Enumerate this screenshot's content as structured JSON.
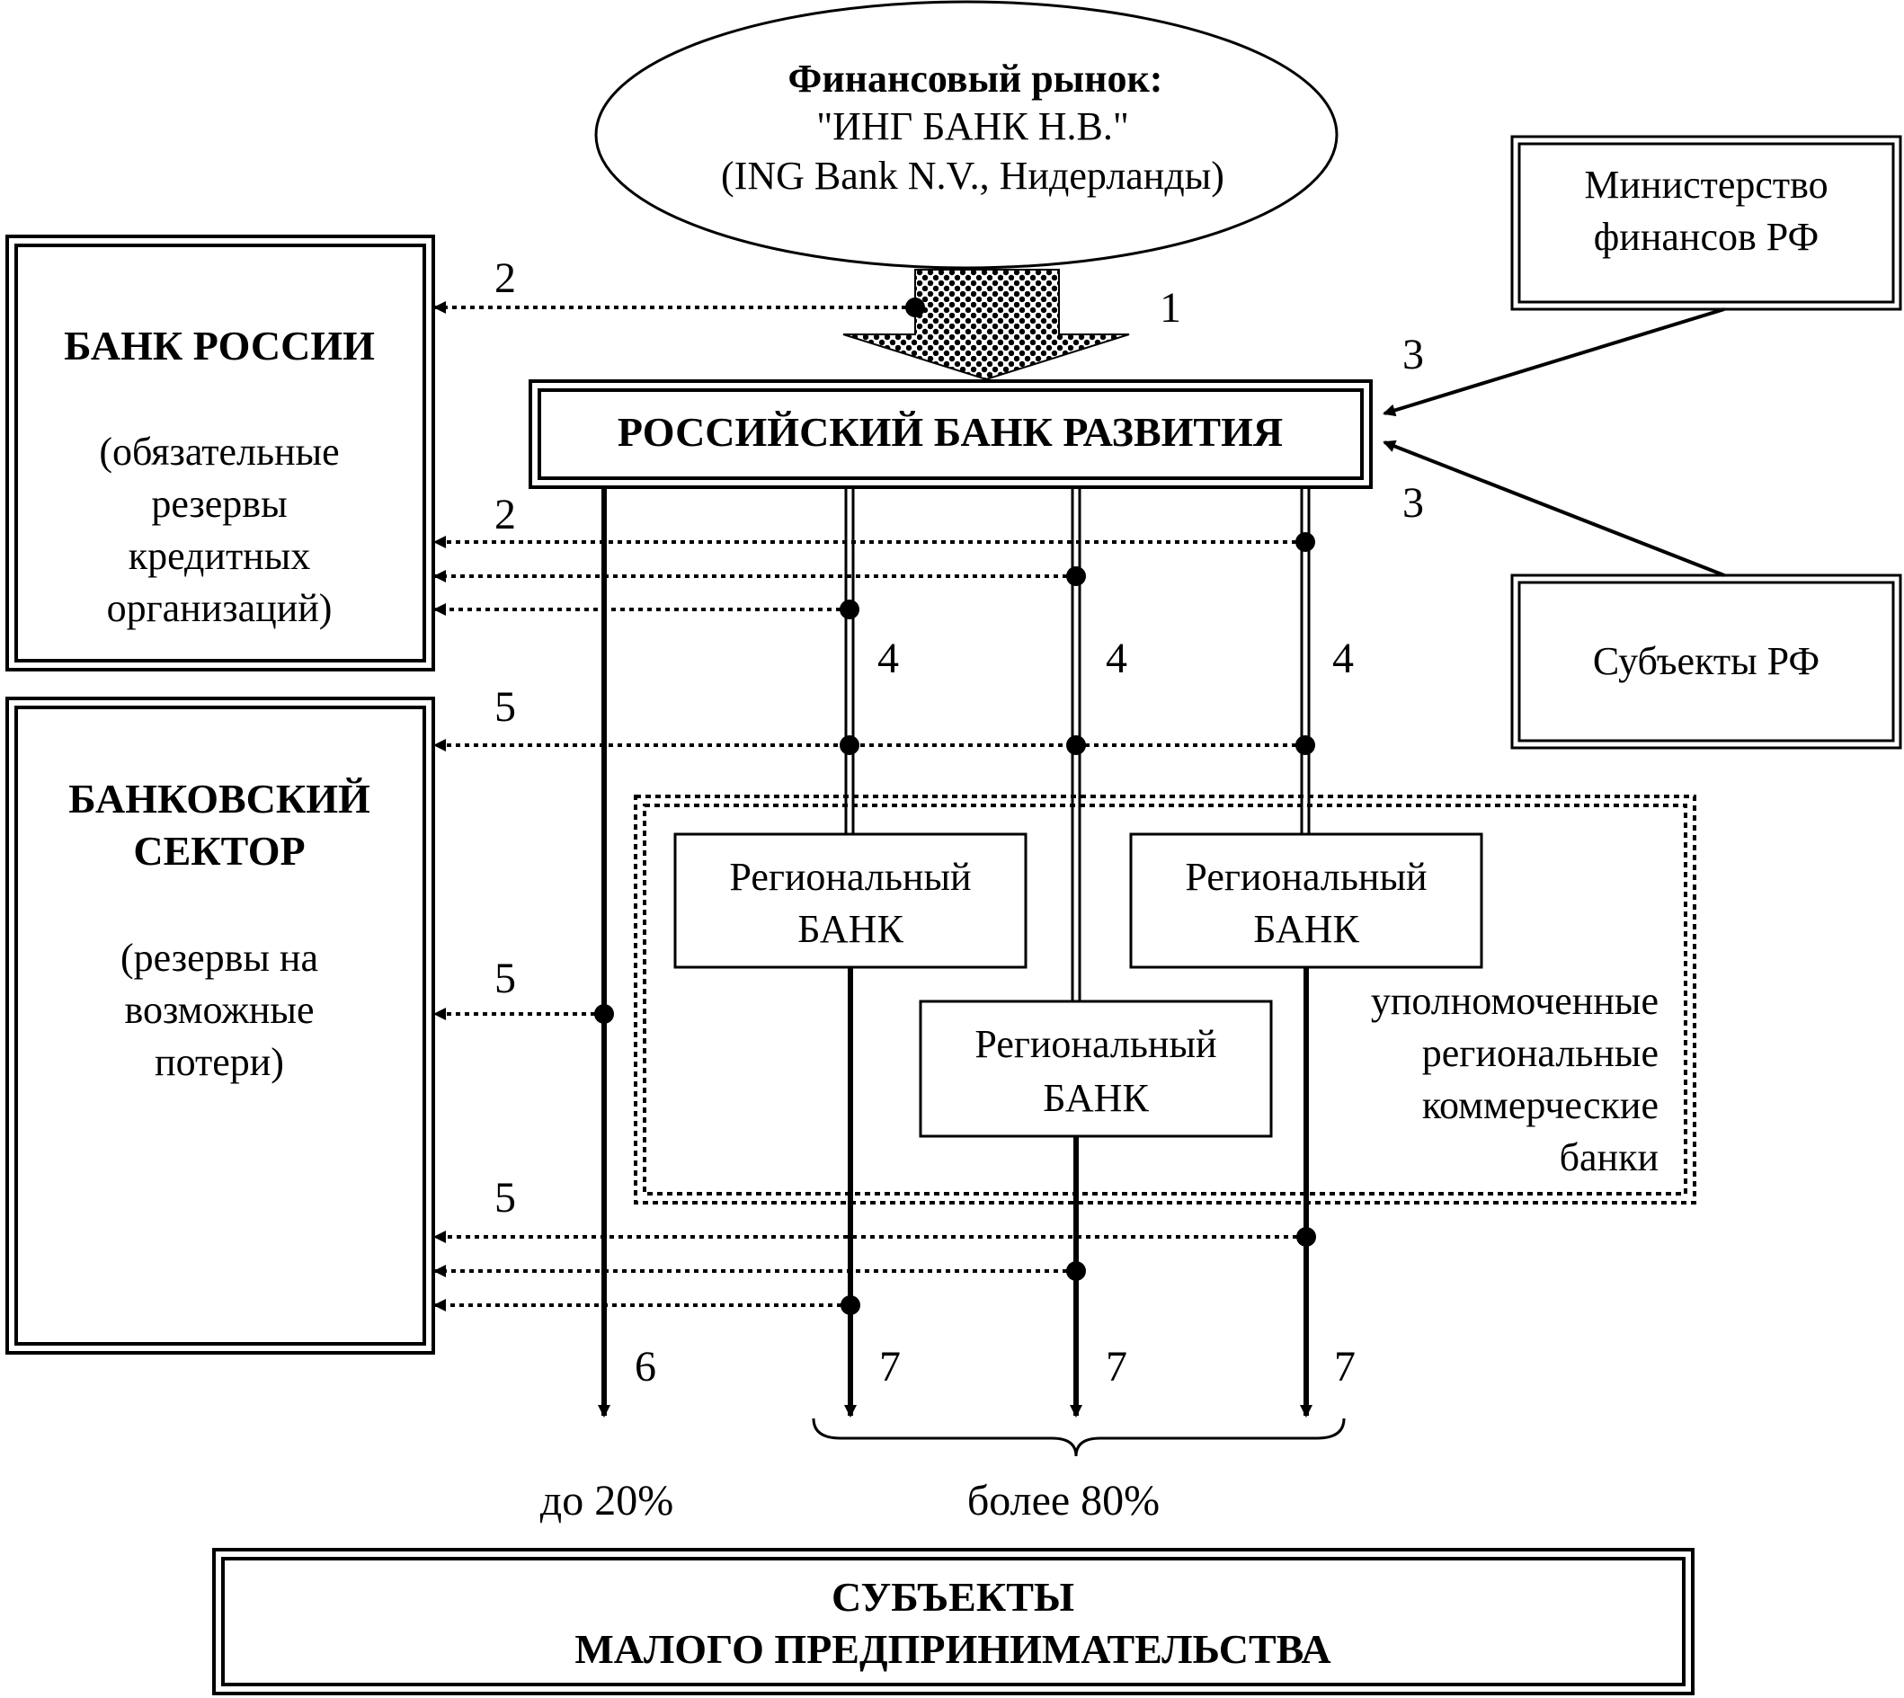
{
  "market": {
    "title": "Финансовый рынок:",
    "line2": "\"ИНГ БАНК Н.В.\"",
    "line3": "(ING Bank N.V., Нидерланды)"
  },
  "bank_russia": {
    "title": "БАНК РОССИИ",
    "lines": [
      "(обязательные",
      "резервы",
      "кредитных",
      "организаций)"
    ]
  },
  "banking_sector": {
    "title_lines": [
      "БАНКОВСКИЙ",
      "СЕКТОР"
    ],
    "lines": [
      "(резервы на",
      "возможные",
      "потери)"
    ]
  },
  "development_bank": {
    "title": "РОССИЙСКИЙ БАНК РАЗВИТИЯ"
  },
  "ministry": {
    "lines": [
      "Министерство",
      "финансов РФ"
    ]
  },
  "subjects_rf": {
    "title": "Субъекты РФ"
  },
  "regional_banks": [
    {
      "lines": [
        "Региональный",
        "БАНК"
      ]
    },
    {
      "lines": [
        "Региональный",
        "БАНК"
      ]
    },
    {
      "lines": [
        "Региональный",
        "БАНК"
      ]
    }
  ],
  "authorized_group": {
    "lines": [
      "уполномоченные",
      "региональные",
      "коммерческие",
      "банки"
    ]
  },
  "flow_numbers": {
    "n1": "1",
    "n2a": "2",
    "n2b": "2",
    "n3a": "3",
    "n3b": "3",
    "n4a": "4",
    "n4b": "4",
    "n4c": "4",
    "n5a": "5",
    "n5b": "5",
    "n5c": "5",
    "n6": "6",
    "n7a": "7",
    "n7b": "7",
    "n7c": "7"
  },
  "shares": {
    "left": "до 20%",
    "right": "более 80%"
  },
  "small_business": {
    "lines": [
      "СУБЪЕКТЫ",
      "МАЛОГО ПРЕДПРИНИМАТЕЛЬСТВА"
    ]
  }
}
